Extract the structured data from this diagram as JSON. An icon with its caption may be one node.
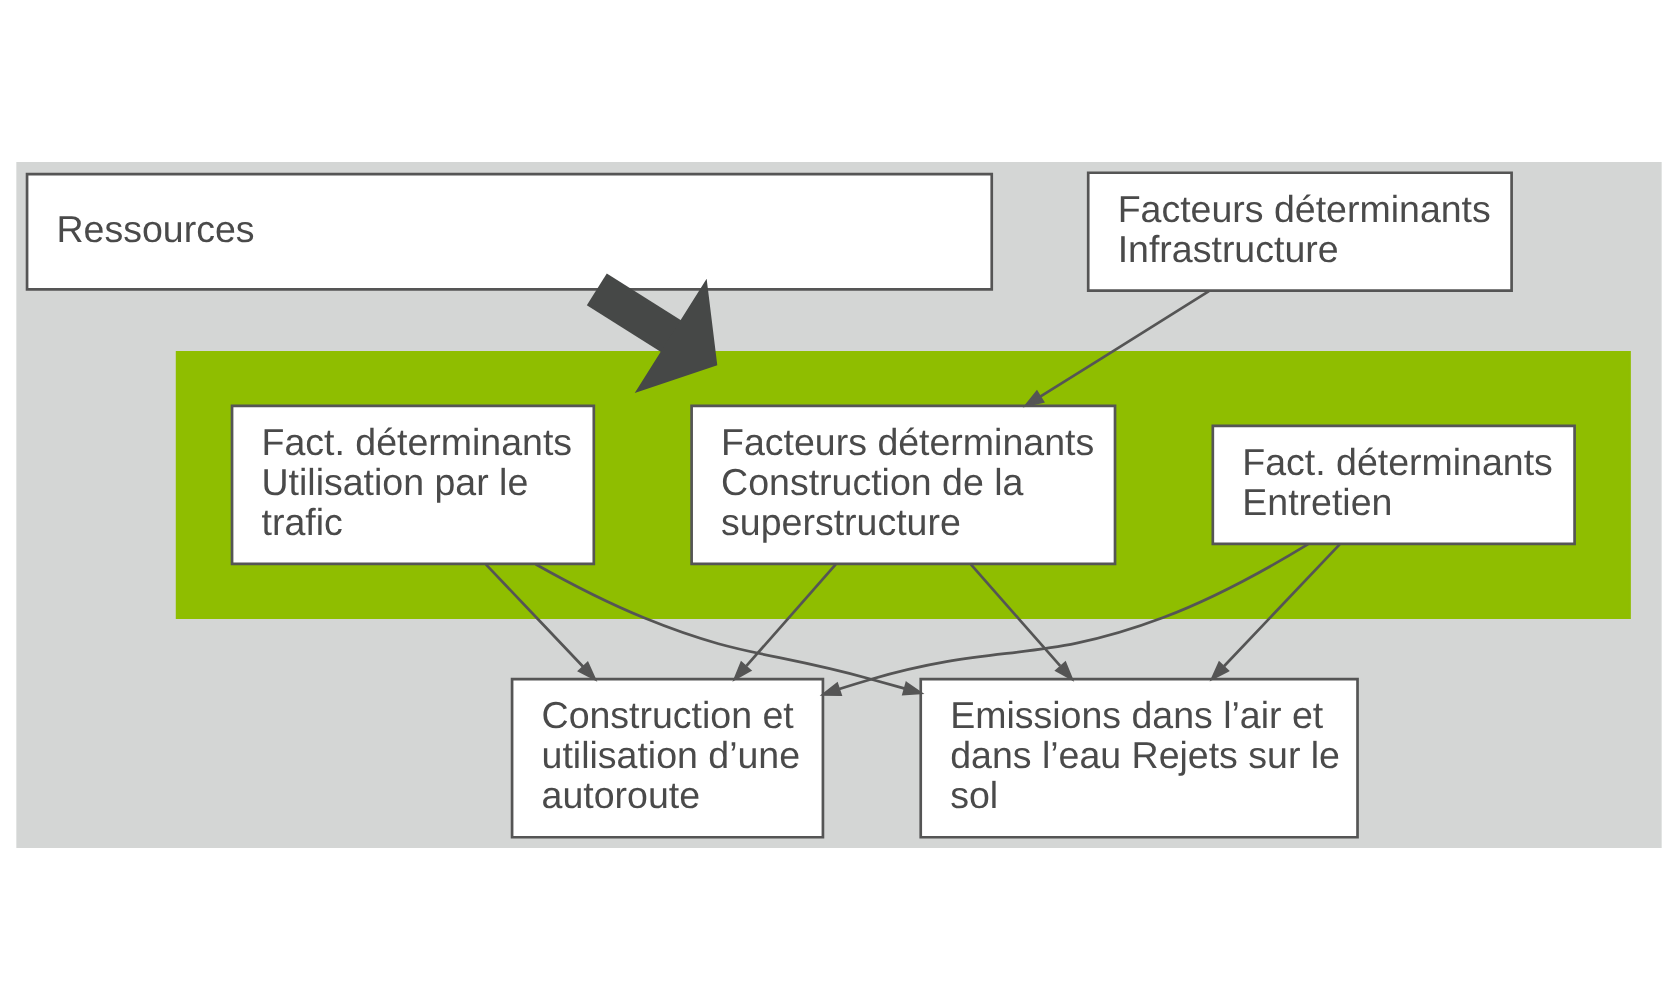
{
  "diagram": {
    "nodes": [
      {
        "text": [
          "Ressources"
        ]
      },
      {
        "text": [],
        "shape": "box"
      },
      {
        "text": [
          "Facteurs déterminants Infrastructure"
        ]
      },
      {
        "text": [
          "Facteurs déterminants Construction de la superstructure"
        ],
        "in": 1
      },
      {
        "text": [
          "Fact. déterminants Utilisation par le trafic"
        ],
        "in": 1
      },
      {
        "text": [
          "Fact. déterminants Entretien"
        ],
        "in": 1
      },
      {
        "text": [
          "Construction et utilisation d’une autoroute"
        ]
      },
      {
        "text": [
          "Emissions dans l’air et dans l’eau Rejets sur le sol"
        ]
      }
    ],
    "edges": [
      {
        "from": 0,
        "to": 1,
        "arrow": "to",
        "style": "thick",
        "color": "#464847"
      },
      {
        "from": 2,
        "to": 3,
        "arrow": "to"
      },
      {
        "from": 3,
        "to": 6,
        "arrow": "to"
      },
      {
        "from": 4,
        "to": 6,
        "arrow": "to"
      },
      {
        "from": 5,
        "to": 6,
        "arrow": "to"
      },
      {
        "from": 3,
        "to": 7,
        "arrow": "to"
      },
      {
        "from": 4,
        "to": 7,
        "arrow": "to"
      },
      {
        "from": 5,
        "to": 7,
        "arrow": "to"
      }
    ]
  }
}
